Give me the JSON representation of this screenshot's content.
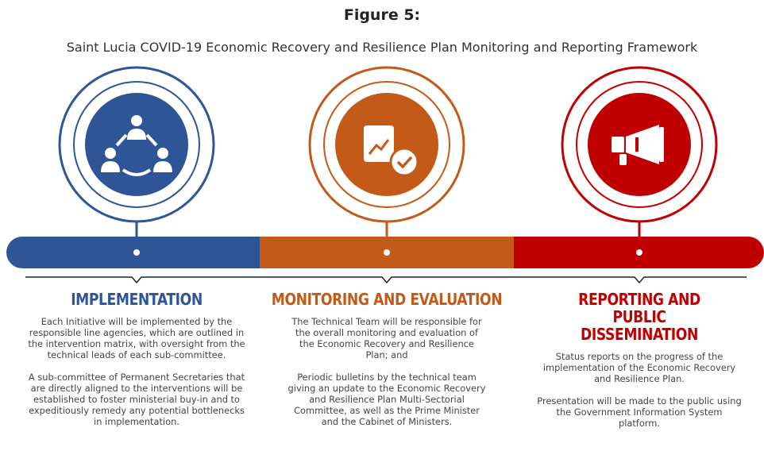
{
  "figure": {
    "title": "Figure 5:",
    "subtitle": "Saint Lucia COVID-19 Economic Recovery and Resilience Plan Monitoring and Reporting Framework"
  },
  "colors": {
    "implementation": "#2E5597",
    "monitoring": "#C35A18",
    "reporting": "#C00000"
  },
  "stages": [
    {
      "heading": "IMPLEMENTATION",
      "icon": "collaboration-icon",
      "color": "#2E5597",
      "paragraphs": [
        "Each Initiative will be implemented by the responsible line agencies, which are outlined in the intervention matrix, with oversight from the technical leads of each sub-committee.",
        "A sub-committee of Permanent Secretaries that are directly aligned to the interventions will be established to foster ministerial buy-in and to expeditiously remedy any potential bottlenecks in implementation."
      ]
    },
    {
      "heading": "MONITORING AND EVALUATION",
      "icon": "checked-growth-chart-icon",
      "color": "#C35A18",
      "paragraphs": [
        "The Technical Team will be responsible for the overall monitoring and evaluation of the Economic Recovery and Resilience Plan; and",
        "Periodic bulletins by the technical team giving an update to the Economic Recovery and Resilience Plan Multi-Sectorial Committee, as well as the Prime Minister and the Cabinet of Ministers."
      ]
    },
    {
      "heading": "REPORTING AND PUBLIC DISSEMINATION",
      "icon": "megaphone-icon",
      "color": "#C00000",
      "paragraphs": [
        "Status reports on the progress of the implementation of the Economic Recovery and Resilience Plan.",
        "Presentation will be made to the public using the Government Information System platform."
      ]
    }
  ]
}
